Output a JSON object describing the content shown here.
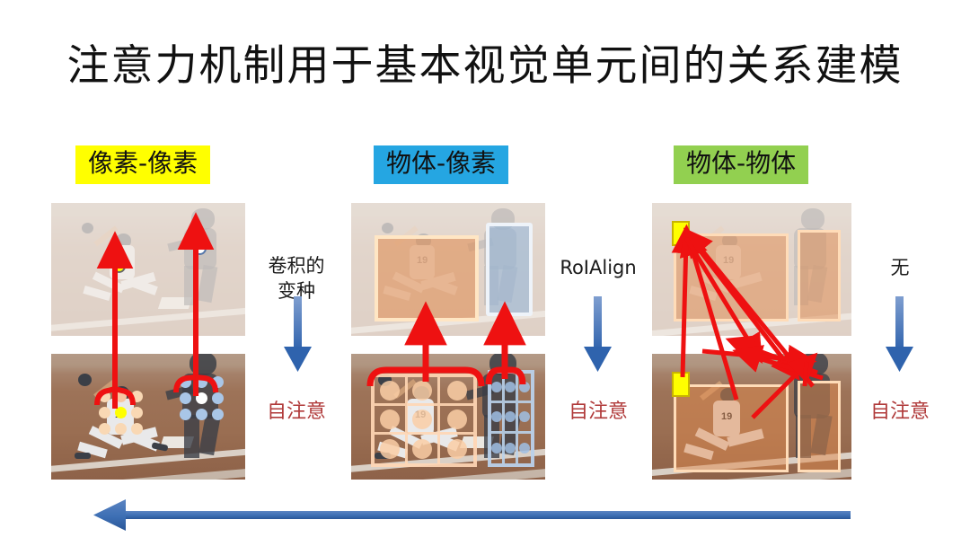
{
  "slide": {
    "title": "注意力机制用于基本视觉单元间的关系建模",
    "background_color": "#ffffff"
  },
  "columns": [
    {
      "id": "pixel-pixel",
      "badge_label": "像素-像素",
      "badge_color": "#ffff00",
      "annotation_line1": "卷积的",
      "annotation_line2": "变种",
      "arrow": "down-arrow",
      "arrow_color": "#3d6fb4",
      "result_label": "自注意",
      "result_color": "#b03a3a",
      "top_panel_caption": "faded attention map with yellow query pixel and white key pixel",
      "bottom_panel_caption": "baseball photo with 3x3 orange and 3x3 blue pixel neighborhoods"
    },
    {
      "id": "object-pixel",
      "badge_label": "物体-像素",
      "badge_color": "#25a6e2",
      "annotation_line1": "RoIAlign",
      "annotation_line2": "",
      "arrow": "down-arrow",
      "arrow_color": "#3d6fb4",
      "result_label": "自注意",
      "result_color": "#b03a3a",
      "top_panel_caption": "faded image with orange object box and blue object box",
      "bottom_panel_caption": "baseball photo with orange 3x3 RoIAlign grid and blue 3x3 RoIAlign grid"
    },
    {
      "id": "object-object",
      "badge_label": "物体-物体",
      "badge_color": "#92d050",
      "annotation_line1": "无",
      "annotation_line2": "",
      "arrow": "down-arrow",
      "arrow_color": "#3d6fb4",
      "result_label": "自注意",
      "result_color": "#b03a3a",
      "top_panel_caption": "faded image with two orange object boxes, yellow marker and crossing red relation arrows",
      "bottom_panel_caption": "baseball photo with two orange object boxes, yellow marker and crossing red relation arrows"
    }
  ],
  "bottom_arrow": {
    "direction": "left",
    "color": "#3d6fb4",
    "label": ""
  },
  "photo": {
    "jersey_number": "19",
    "dirt_color": "#9a7258",
    "uniform_color": "#e9e9ea"
  },
  "markers": {
    "query_dot_color": "#ffff00",
    "key_dot_color": "#ffffff",
    "orange_neighborhood_color": "#f7c9a0",
    "blue_neighborhood_color": "#9fc0e4",
    "object_box_fill": "#e08a4e",
    "object_box_border": "#ffd9b0",
    "blue_box_fill": "#8fb4da",
    "blue_box_border": "#eaf0f7",
    "relation_arrow_color": "#ee1111"
  }
}
